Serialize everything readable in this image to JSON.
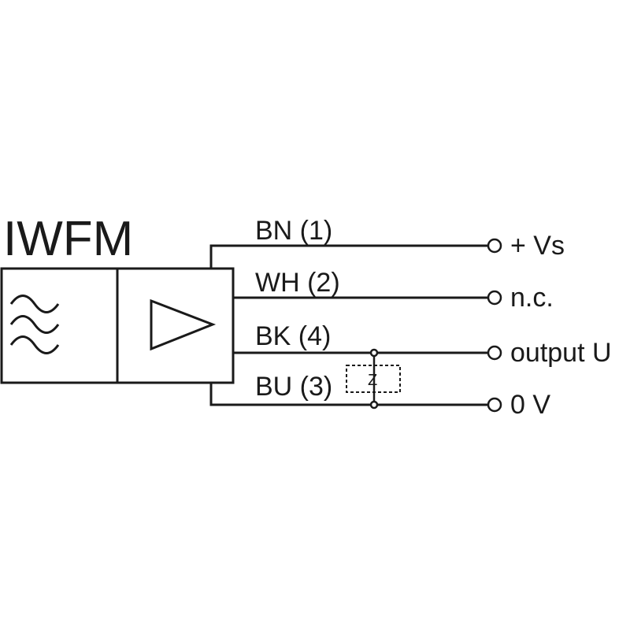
{
  "title": "IWFM",
  "wires": [
    {
      "label": "BN (1)",
      "terminal": "+ Vs"
    },
    {
      "label": "WH (2)",
      "terminal": "n.c."
    },
    {
      "label": "BK (4)",
      "terminal": "output U"
    },
    {
      "label": "BU (3)",
      "terminal": "0 V"
    }
  ],
  "load_label": "Z",
  "icons": {
    "sensor": "sensing-waves-icon",
    "amplifier": "amplifier-triangle-icon"
  }
}
